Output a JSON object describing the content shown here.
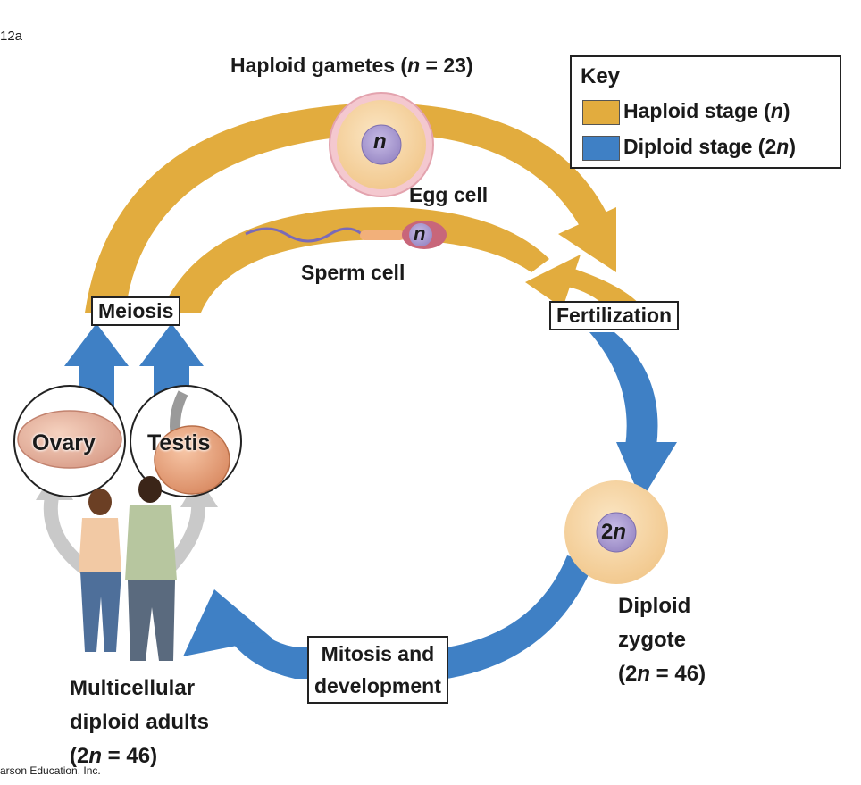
{
  "figure_ref": "12a",
  "copyright": "arson Education, Inc.",
  "title": {
    "text": "Haploid gametes (",
    "n": "n",
    "rest": " = 23)"
  },
  "key": {
    "heading": "Key",
    "haploid": {
      "label": "Haploid stage (",
      "n": "n",
      "close": ")",
      "color": "#E2AC3E"
    },
    "diploid": {
      "label": "Diploid stage (2",
      "n": "n",
      "close": ")",
      "color": "#3F80C5"
    }
  },
  "cells": {
    "egg": {
      "label": "Egg cell",
      "nucleus": "n"
    },
    "sperm": {
      "label": "Sperm cell",
      "nucleus": "n"
    },
    "zygote": {
      "nucleus_2": "2",
      "nucleus_n": "n"
    }
  },
  "stages": {
    "meiosis": "Meiosis",
    "fertilization": "Fertilization",
    "mitosis_line1": "Mitosis and",
    "mitosis_line2": "development"
  },
  "organs": {
    "ovary": "Ovary",
    "testis": "Testis"
  },
  "zygote_label": {
    "line1": "Diploid",
    "line2": "zygote",
    "line3_a": "(2",
    "line3_n": "n",
    "line3_b": " = 46)"
  },
  "adults_label": {
    "line1": "Multicellular",
    "line2": "diploid adults",
    "line3_a": "(2",
    "line3_n": "n",
    "line3_b": " = 46)"
  },
  "colors": {
    "haploid": "#E2AC3E",
    "diploid": "#3F80C5",
    "cell_fill": "#F7D9A8",
    "nucleus": "#A99BD0",
    "grey_arrow": "#C9C9C9"
  }
}
